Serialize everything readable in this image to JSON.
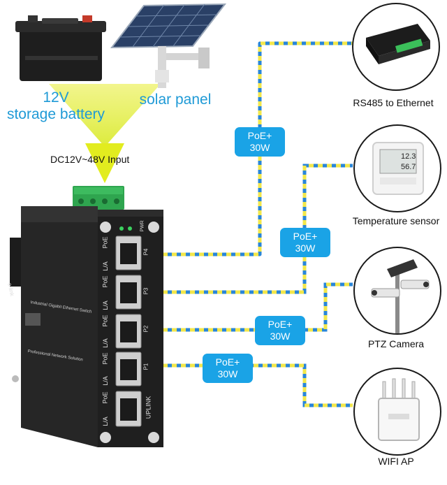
{
  "sources": {
    "battery_label": [
      "12V",
      "storage battery"
    ],
    "solar_label": "solar panel",
    "input_label": "DC12V~48V Input"
  },
  "poe_badges": [
    {
      "line1": "PoE+",
      "line2": "30W"
    },
    {
      "line1": "PoE+",
      "line2": "30W"
    },
    {
      "line1": "PoE+",
      "line2": "30W"
    },
    {
      "line1": "PoE+",
      "line2": "30W"
    }
  ],
  "devices": [
    {
      "name": "RS485 to Ethernet",
      "icon": "rs485-converter-icon"
    },
    {
      "name": "Temperature sensor",
      "icon": "temperature-sensor-icon"
    },
    {
      "name": "PTZ Camera",
      "icon": "ptz-camera-icon"
    },
    {
      "name": "WIFI AP",
      "icon": "wifi-ap-icon"
    }
  ],
  "switch": {
    "ports": [
      "P4",
      "P3",
      "P2",
      "P1"
    ],
    "port_side_labels": [
      "PoE",
      "L/A",
      "PoE",
      "L/A",
      "PoE",
      "L/A",
      "PoE",
      "L/A",
      "PoE",
      "L/A"
    ],
    "uplink_label": "UPLINK",
    "pwr_label": "PWR",
    "brand": "e-link",
    "title": "Industrial Gigabit Ethernet Switch",
    "subtitle": "Professional Network Solution"
  },
  "sensor_display": {
    "line1": "12.3",
    "line2": "56.7"
  },
  "colors": {
    "label_blue": "#1f9ad6",
    "badge_blue": "#1aa3e6",
    "cable_yellow": "#f2e74b",
    "cable_blue": "#2a86d8",
    "beam_yellow": "#e8f03a"
  }
}
